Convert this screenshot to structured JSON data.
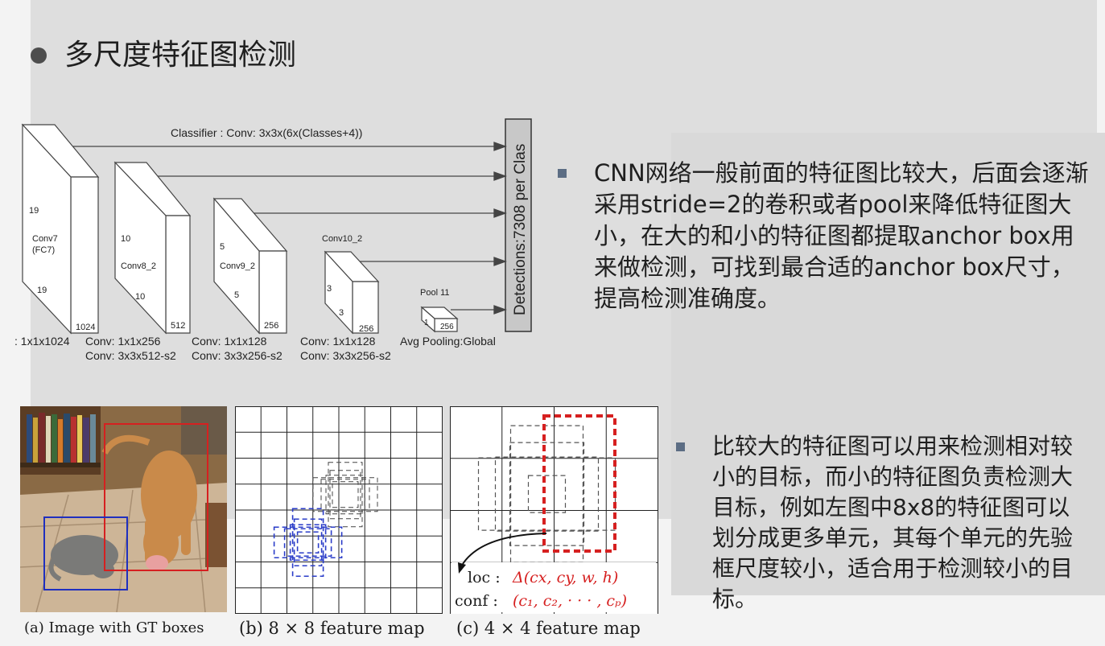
{
  "slide": {
    "title": "多尺度特征图检测",
    "bullet1": "CNN网络一般前面的特征图比较大，后面会逐渐采用stride=2的卷积或者pool来降低特征图大小，在大的和小的特征图都提取anchor box用来做检测，可找到最合适的anchor box尺寸，提高检测准确度。",
    "bullet2": "比较大的特征图可以用来检测相对较小的目标，而小的特征图负责检测大目标，例如左图中8x8的特征图可以划分成更多单元，其每个单元的先验框尺度较小，适合用于检测较小的目标。"
  },
  "architecture": {
    "classifier_label": "Classifier : Conv: 3x3x(6x(Classes+4))",
    "detections_label": "Detections:7308  per Clas",
    "layers": [
      {
        "name": "Conv7\n(FC7)",
        "h": "19",
        "w": "19",
        "c": "1024",
        "conv1": ": 1x1x1024",
        "conv2": ""
      },
      {
        "name": "Conv8_2",
        "h": "10",
        "w": "10",
        "c": "512",
        "conv1": "Conv: 1x1x256",
        "conv2": "Conv:  3x3x512-s2"
      },
      {
        "name": "Conv9_2",
        "h": "5",
        "w": "5",
        "c": "256",
        "conv1": "Conv: 1x1x128",
        "conv2": "Conv: 3x3x256-s2"
      },
      {
        "name": "Conv10_2",
        "h": "3",
        "w": "3",
        "c": "256",
        "conv1": "Conv: 1x1x128",
        "conv2": "Conv: 3x3x256-s2"
      },
      {
        "name": "Pool 11",
        "h": "1",
        "w": "",
        "c": "256",
        "conv1": "Avg Pooling:Global",
        "conv2": ""
      }
    ]
  },
  "figures": {
    "a": {
      "caption": "(a) Image with GT boxes",
      "cat_box_color": "#1f2fbf",
      "dog_box_color": "#d62020"
    },
    "b": {
      "caption": "(b) 8 × 8 feature map",
      "grid": 8,
      "blue_box_color": "#2a3cc8"
    },
    "c": {
      "caption": "(c) 4 × 4 feature map",
      "grid": 4,
      "red_box_color": "#d62020",
      "loc_label": "loc :",
      "loc_formula": "Δ(cx, cy, w, h)",
      "conf_label": "conf :",
      "conf_formula": "(c₁, c₂, · · · , cₚ)"
    }
  }
}
